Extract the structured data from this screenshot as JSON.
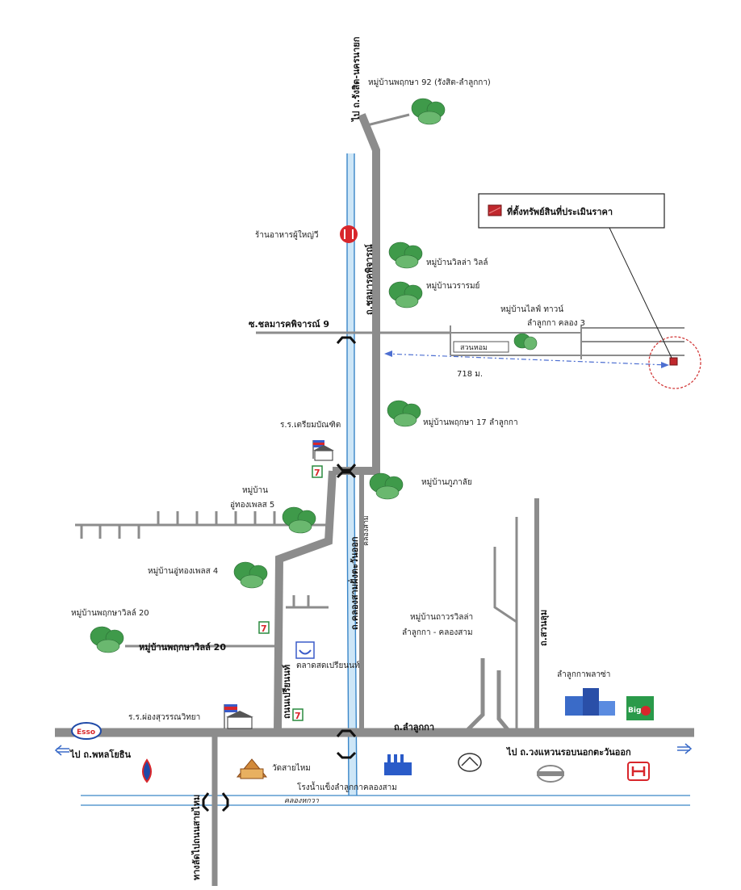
{
  "legend": {
    "label": "ที่ตั้งทรัพย์สินที่ประเมินราคา",
    "color": "#c0282d"
  },
  "roads": {
    "rangsit_nakhon_nayok": "ไป ถ.รังสิต-นครนายก",
    "chonmarkpijarn": "ถ.ชลมารคพิจารณ์",
    "soi_chonmarkpijarn_9": "ซ.ชลมารคพิจารณ์ 9",
    "lam_luk_ka": "ถ.ลำลูกกา",
    "to_phahonyothin": "ไป ถ.พหลโยธิน",
    "to_eastern_ring": "ไป ถ.วงแหวนรอบนอกตะวันออก",
    "khlong_sam_east": "ถ.คลองสามฝั่งตะวันออก",
    "khlong_sam_small": "คลองสาม",
    "rob_prian": "ถนนเปรียนนท์",
    "to_sai_mai": "ทางลัดไปถนนสายไหม",
    "suan_lum": "ถ.สวนลุม",
    "suan_hom": "สวนหอม"
  },
  "waterways": {
    "khlong_hok_wa": "คลองหกวา"
  },
  "distance": "718 ม.",
  "places": {
    "pruksa_92": "หมู่บ้านพฤกษา 92 (รังสิต-ลำลูกกา)",
    "restaurant": "ร้านอาหารผู้ใหญ่วี",
    "villa_ville": "หมู่บ้านวิลล่า วิลล์",
    "warom": "หมู่บ้านวรารมย์",
    "life_town_1": "หมู่บ้านไลฟ์ ทาวน์",
    "life_town_2": "ลำลูกกา คลอง 3",
    "triam_bandit": "ร.ร.เตรียมบัณฑิต",
    "pruksa_17": "หมู่บ้านพฤกษา 17 ลำลูกกา",
    "phupha": "หมู่บ้านภูภาลัย",
    "ruthong_5_a": "หมู่บ้าน",
    "ruthong_5_b": "อู่ทองเพลส 5",
    "ruthong_4": "หมู่บ้านอู่ทองเพลส 4",
    "pruksa_ville_20_a": "หมู่บ้านพฤกษาวิลล์ 20",
    "pruksa_ville_20_b": "หมู่บ้านพฤกษาวิลล์ 20",
    "thavorn_villa_1": "หมู่บ้านถาวรวิลล่า",
    "thavorn_villa_2": "ลำลูกกา - คลองสาม",
    "market": "ตลาดสดเปรียนนท์",
    "lam_luk_ka_plaza": "ลำลูกกาพลาซ่า",
    "school_phong": "ร.ร.ผ่องสุวรรณวิทยา",
    "wat_sai_mai": "วัดสายไหม",
    "ice_factory": "โรงน้ำแข็งลำลูกกาคลองสาม"
  },
  "brands": {
    "esso": "Esso",
    "bigc": "Big C"
  },
  "colors": {
    "road": "#8c8c8c",
    "canal": "#3a86c8",
    "tree": "#3f9a4a",
    "marker": "#c0282d"
  }
}
